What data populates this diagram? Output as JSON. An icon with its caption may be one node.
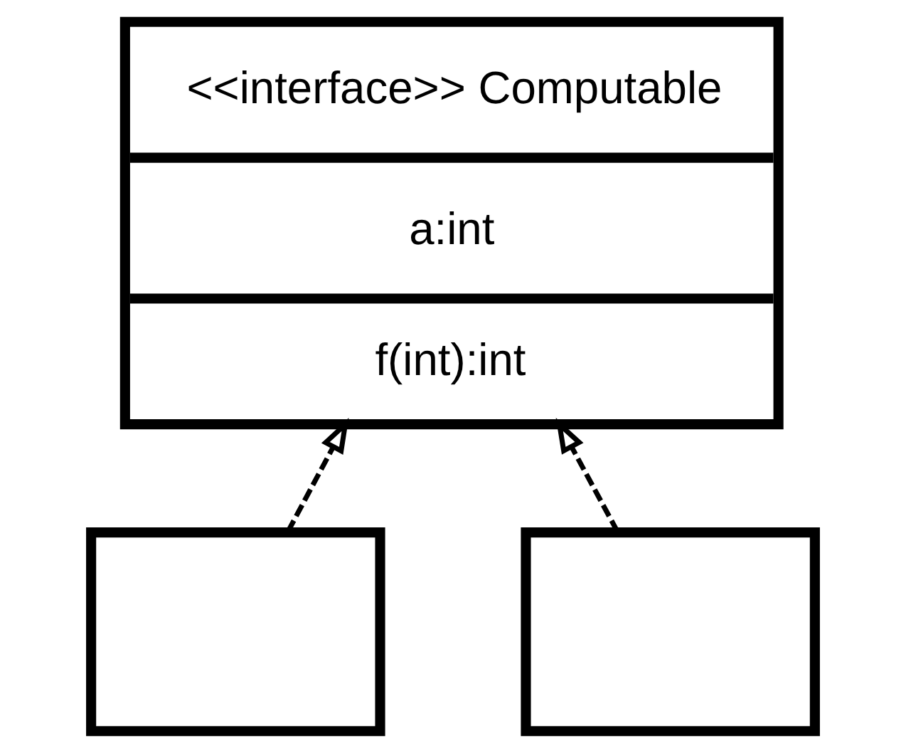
{
  "diagram": {
    "nodes": [
      {
        "text": [
          "<<interface>> Computable",
          "a:int",
          "f(int):int"
        ]
      },
      {
        "text": [],
        "shape": "box"
      },
      {
        "text": [],
        "shape": "box"
      }
    ],
    "edges": [
      {
        "from": 1,
        "to": 0,
        "arrow": "to",
        "style": "dashed"
      },
      {
        "from": 2,
        "to": 0,
        "arrow": "to",
        "style": "dashed"
      }
    ]
  }
}
